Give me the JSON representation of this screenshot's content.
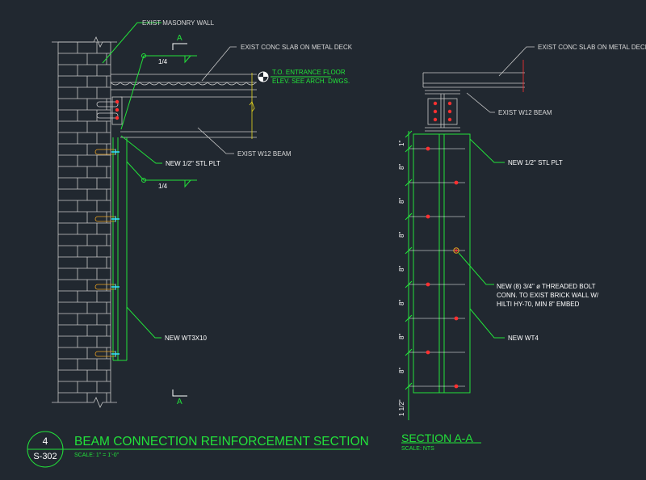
{
  "labels": {
    "exist_masonry_wall": "EXIST MASONRY WALL",
    "exist_slab_left": "EXIST CONC SLAB ON METAL DECK",
    "exist_slab_right": "EXIST CONC SLAB ON METAL DECK",
    "to_floor_1": "T.O. ENTRANCE FLOOR",
    "to_floor_2": "ELEV. SEE ARCH. DWGS.",
    "exist_w12_left": "EXIST W12 BEAM",
    "exist_w12_right": "EXIST W12 BEAM",
    "new_plate_left": "NEW 1/2\" STL PLT",
    "new_plate_right": "NEW 1/2\" STL PLT",
    "new_wt3x10": "NEW WT3X10",
    "new_wt4": "NEW WT4",
    "bolt_note_1": "NEW (8) 3/4\" ø THREADED BOLT",
    "bolt_note_2": "CONN. TO EXIST BRICK WALL W/",
    "bolt_note_3": "HILTI HY-70, MIN 8\" EMBED",
    "weld_top": "1/4",
    "weld_bottom": "1/4",
    "section_cut_top": "A",
    "section_cut_bottom": "A"
  },
  "dimensions": {
    "top_edge": "1\"",
    "spacing": [
      "8\"",
      "8\"",
      "8\"",
      "8\"",
      "8\"",
      "8\"",
      "8\""
    ],
    "bottom_edge": "1 1/2\""
  },
  "title_block": {
    "detail_number": "4",
    "sheet_number": "S-302",
    "title": "BEAM CONNECTION REINFORCEMENT SECTION",
    "scale": "SCALE: 1\" = 1'-0\""
  },
  "section_title": {
    "title": "SECTION A-A",
    "scale": "SCALE: NTS"
  },
  "colors": {
    "background": "#212830",
    "green": "#22e23a",
    "cyan": "#2ee0ff",
    "red": "#ff3030",
    "grey": "#c9c9c9"
  }
}
